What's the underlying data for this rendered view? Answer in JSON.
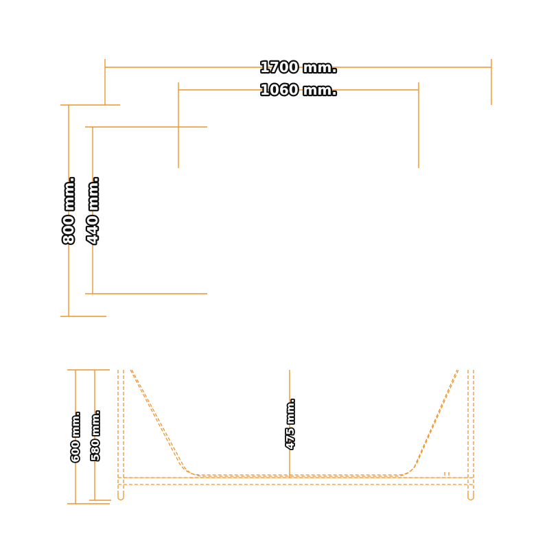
{
  "colors": {
    "line": "#f0932b",
    "text_fill": "#ffffff",
    "text_outline": "#111111",
    "background": "#ffffff"
  },
  "top_view": {
    "overall_length": "1700 mm.",
    "inner_length": "1060 mm.",
    "overall_width": "800 mm.",
    "inner_width": "440 mm."
  },
  "side_view": {
    "overall_height": "600 mm.",
    "rim_height": "580 mm.",
    "inner_depth": "475 mm."
  }
}
